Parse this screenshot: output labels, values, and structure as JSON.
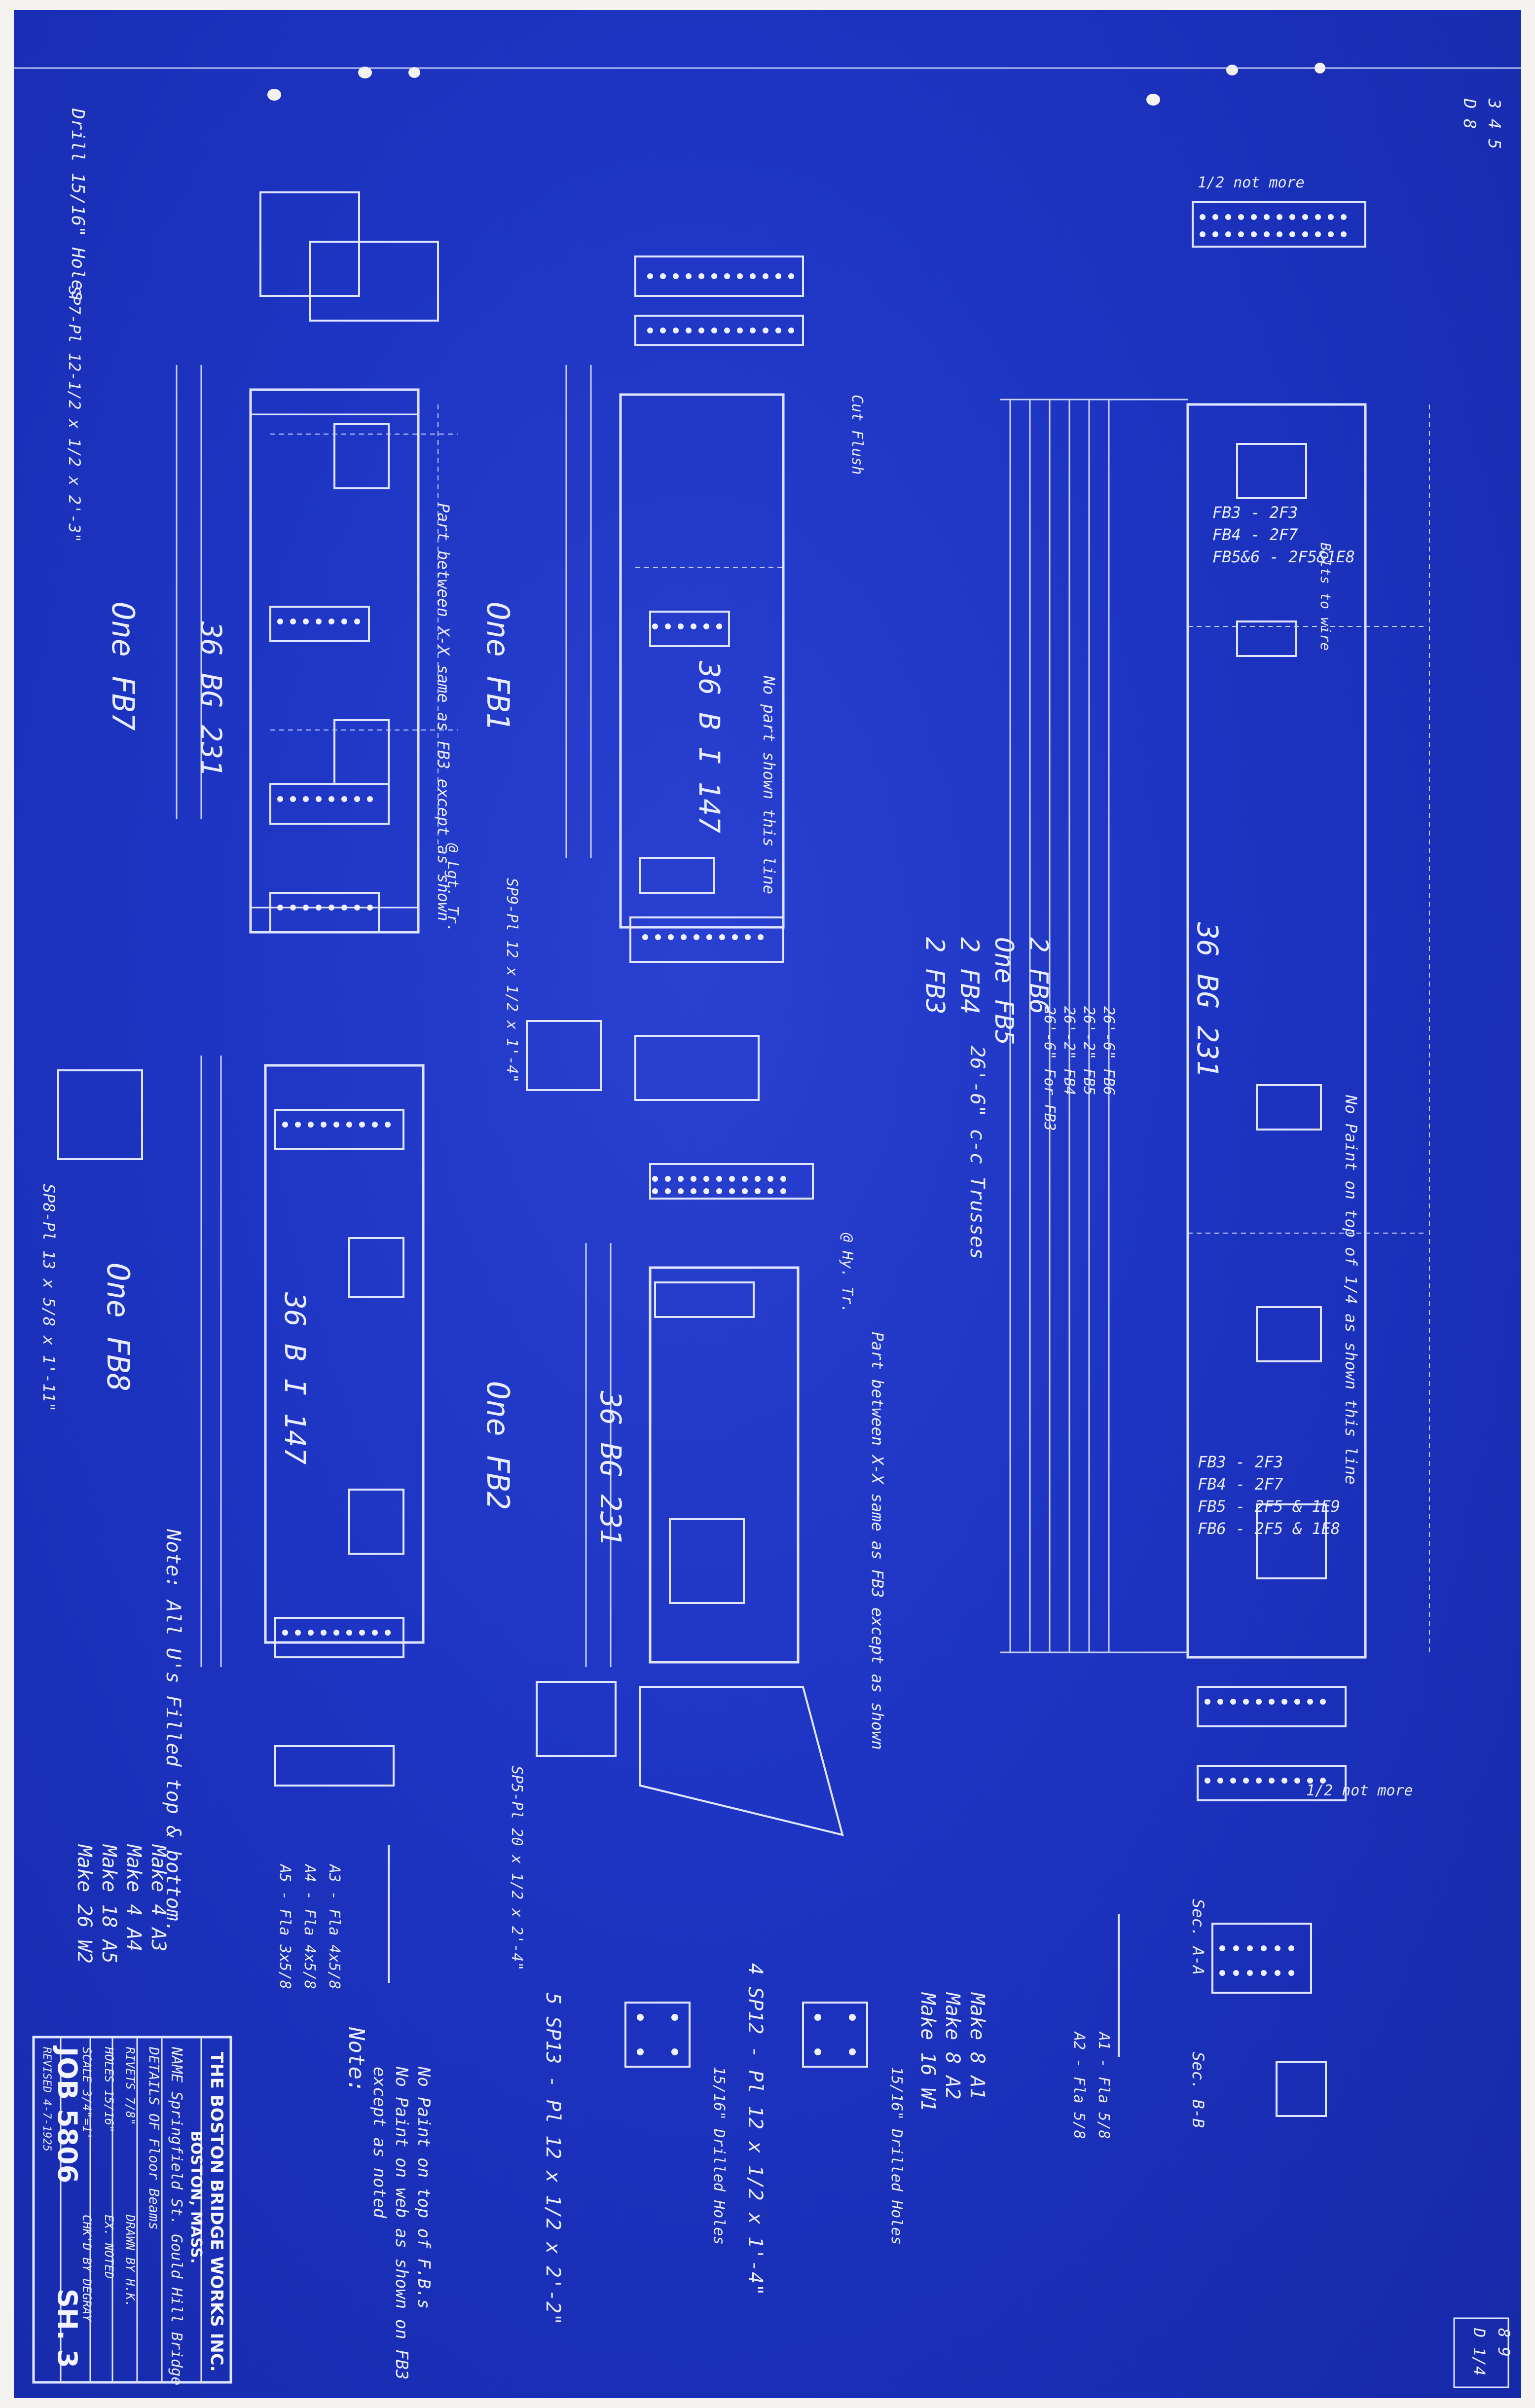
{
  "title_block": {
    "company": "THE BOSTON BRIDGE WORKS INC.",
    "city": "BOSTON, MASS.",
    "name": "NAME Springfield St. Gould Hill Bridge",
    "details": "DETAILS OF Floor Beams",
    "rivets": "RIVETS 7/8\"",
    "holes": "HOLES 15/16\"",
    "scale": "SCALE 3/4\"=1'",
    "except": "EX. NOTED",
    "drawn": "DRAWN BY H.K.",
    "checked": "CHK'D BY DEGRAY",
    "job": "JOB 5806",
    "sheet": "SH. 3",
    "revised": "REVISED 4-7-1925"
  },
  "corner_marks": {
    "top_right": [
      "3 4 5",
      "D 8"
    ],
    "bottom_right": [
      "8 9",
      "D 1/4"
    ]
  },
  "beams": [
    {
      "id": "fb7",
      "title": "One FB7",
      "section": "36 BG 231"
    },
    {
      "id": "fb1",
      "title": "One FB1",
      "section": "36 B I 147"
    },
    {
      "id": "fb3",
      "title": "2 FB3\n2 FB4\nOne FB5\n2 FB6",
      "section": "36 BG 231"
    },
    {
      "id": "fb8",
      "title": "One FB8",
      "section": "36 B I 147"
    },
    {
      "id": "fb2",
      "title": "One FB2",
      "section": "36 BG 231"
    }
  ],
  "labels": {
    "drill_holes": "Drill 15/16\" Holes",
    "sp7": "SP7-Pl 12-1/2 x 1/2 x 2'-3\"",
    "sp8": "SP8-Pl 13 x 5/8 x 1'-11\"",
    "sp9": "SP9-Pl 12 x 1/2 x 1'-4\"",
    "sp5": "SP5-Pl 20 x 1/2 x 2'-4\"",
    "part_between": "Part between X-X same as FB3 except as shown",
    "part_between_fb2": "Part between X-X same as FB3 except as shown",
    "no_part": "No part shown this line",
    "no_paint": "No Paint on top of 1/4 as shown this line",
    "filled": "Note: All U's Filled top & bottom.",
    "twenty_six": "26'-6\" c-c Trusses",
    "cut_flush": "Cut Flush",
    "lgt_tr": "@ Lgt. Tr.",
    "hy_tr": "@ Hy. Tr.",
    "bolts": "Bolts to wire",
    "drilled": "15/16\" Drilled Holes"
  },
  "fb_list": [
    "FB3 - 2F3",
    "FB4 - 2F7",
    "FB5 - 2F5 & 1E9",
    "FB6 - 2F5 & 1E8"
  ],
  "fb_list_top": [
    "FB3 - 2F3",
    "FB4 - 2F7",
    "FB5&6 - 2F5&1E8"
  ],
  "dimension_list": [
    "26'-6\" For FB3",
    "26'-2\" FB4",
    "26'-2\" FB5",
    "26'-6\" FB6"
  ],
  "make_list": [
    "Make 4 A3",
    "Make 4 A4",
    "Make 18 A5",
    "Make 26 W2"
  ],
  "make_list2": [
    "Make 8 A1",
    "Make 8 A2",
    "Make 16 W1"
  ],
  "parts": [
    "A3 - Fla 4x5/8",
    "A4 - Fla 4x5/8",
    "A5 - Fla 3x5/8",
    "A1 - Fla 5/8",
    "A2 - Fla 5/8"
  ],
  "splices": [
    "5 SP13 - Pl 12 x 1/2 x 2'-2\"",
    "4 SP12 - Pl 12 x 1/2 x 1'-4\""
  ],
  "notes": {
    "head": "Note:",
    "lines": [
      "No Paint on top of F.B.s",
      "No Paint on web as shown on FB3",
      "except as noted"
    ]
  },
  "sections": [
    "Sec. A-A",
    "Sec. B-B"
  ],
  "top_note": "1/2 not more",
  "bottom_note": "1/2 not more"
}
